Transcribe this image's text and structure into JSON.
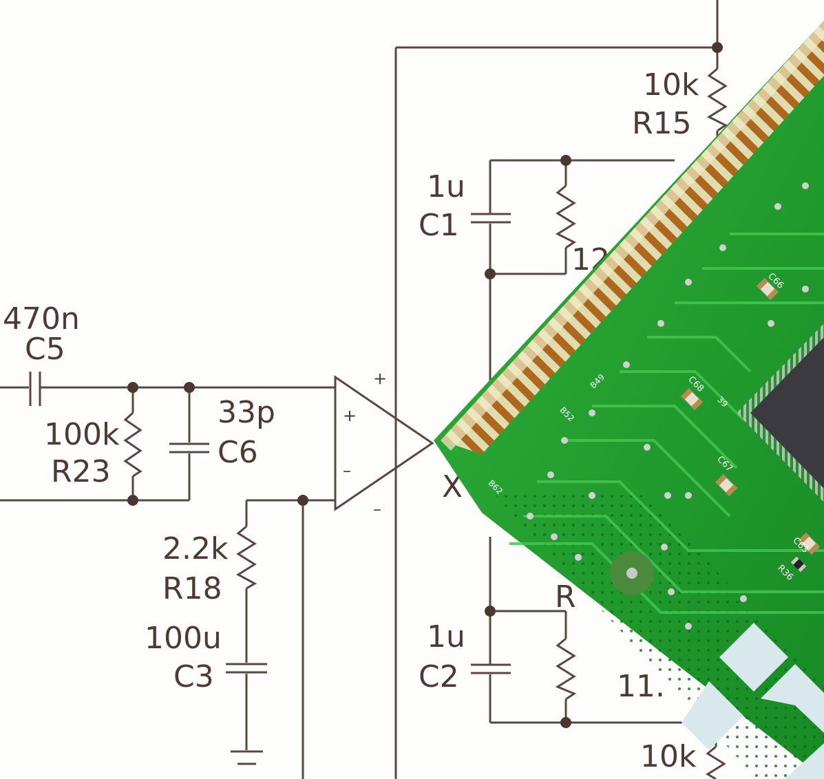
{
  "image": {
    "subject": "electronic circuit schematic with a green printed circuit board lying diagonally over it",
    "palette": {
      "paper": "#fdfdfc",
      "ink": "#4e3a34",
      "pcb_green": "#1f9a2c",
      "pcb_trace": "#35b843",
      "gold_contact": "#b5651d",
      "chip": "#3a3a40"
    }
  },
  "schematic": {
    "labels": {
      "c5_value": "470n",
      "c5_name": "C5",
      "r23_value": "100k",
      "r23_name": "R23",
      "c6_value": "33p",
      "c6_name": "C6",
      "r18_value": "2.2k",
      "r18_name": "R18",
      "c3_value": "100u",
      "c3_name": "C3",
      "c1_value": "1u",
      "c1_name": "C1",
      "c2_value": "1u",
      "c2_name": "C2",
      "r15_value": "10k",
      "r15_name": "R15",
      "r_bottom_value": "10k",
      "partial_12": "12",
      "partial_11": "11.",
      "partial_r": "R",
      "partial_x": "X",
      "plus_upper": "+",
      "minus_lower": "–",
      "opamp_plus": "+",
      "opamp_minus": "–"
    }
  },
  "pcb": {
    "silkscreen": [
      "C66",
      "C68",
      "C67",
      "C63",
      "R36",
      "B49",
      "B52",
      "B62",
      "39"
    ]
  }
}
